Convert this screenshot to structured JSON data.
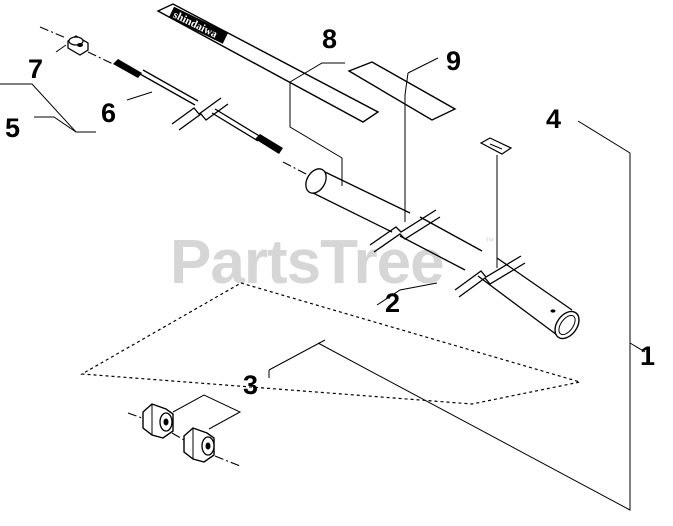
{
  "watermark": {
    "text": "PartsTree",
    "mark": "™"
  },
  "decal_text": "shindaiwa",
  "callouts": [
    {
      "id": "1",
      "label": "1"
    },
    {
      "id": "2",
      "label": "2"
    },
    {
      "id": "3",
      "label": "3"
    },
    {
      "id": "4",
      "label": "4"
    },
    {
      "id": "5",
      "label": "5"
    },
    {
      "id": "6",
      "label": "6"
    },
    {
      "id": "7",
      "label": "7"
    },
    {
      "id": "8",
      "label": "8"
    },
    {
      "id": "9",
      "label": "9"
    }
  ]
}
